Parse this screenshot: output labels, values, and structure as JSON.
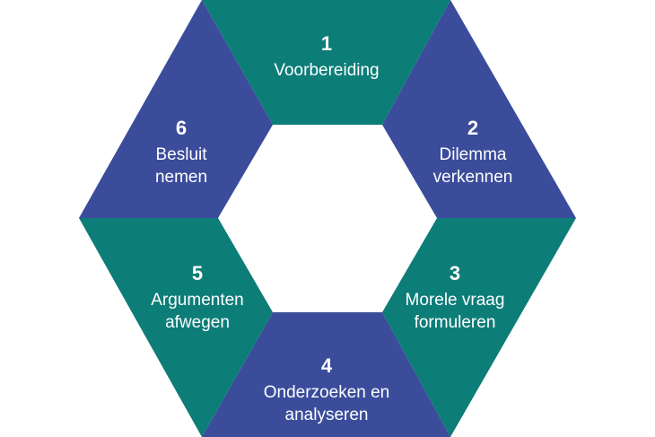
{
  "colors": {
    "teal": "#0d7d78",
    "blue": "#3b4c9b",
    "background": "#ffffff",
    "text": "#ffffff"
  },
  "steps": [
    {
      "number": "1",
      "lines": [
        "Voorbereiding"
      ],
      "color": "teal"
    },
    {
      "number": "2",
      "lines": [
        "Dilemma",
        "verkennen"
      ],
      "color": "blue"
    },
    {
      "number": "3",
      "lines": [
        "Morele vraag",
        "formuleren"
      ],
      "color": "teal"
    },
    {
      "number": "4",
      "lines": [
        "Onderzoeken en",
        "analyseren"
      ],
      "color": "blue"
    },
    {
      "number": "5",
      "lines": [
        "Argumenten",
        "afwegen"
      ],
      "color": "teal"
    },
    {
      "number": "6",
      "lines": [
        "Besluit",
        "nemen"
      ],
      "color": "blue"
    }
  ]
}
